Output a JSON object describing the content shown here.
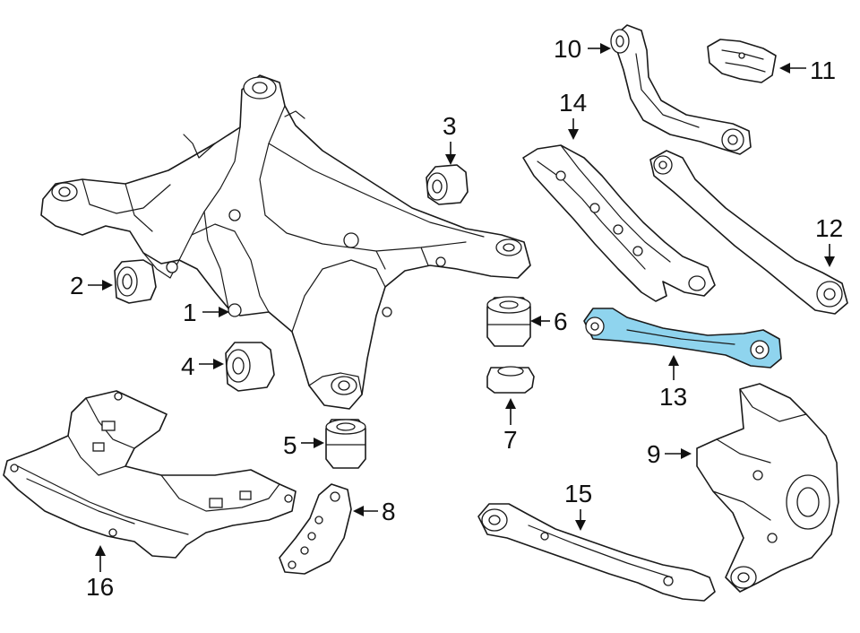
{
  "diagram": {
    "highlight_color": "#8fd4ee",
    "line_color": "#1a1a1a",
    "callouts": [
      {
        "id": "1",
        "label": "1",
        "part": "crossmember"
      },
      {
        "id": "2",
        "label": "2",
        "part": "bushing"
      },
      {
        "id": "3",
        "label": "3",
        "part": "bushing"
      },
      {
        "id": "4",
        "label": "4",
        "part": "bushing"
      },
      {
        "id": "5",
        "label": "5",
        "part": "bushing"
      },
      {
        "id": "6",
        "label": "6",
        "part": "bushing"
      },
      {
        "id": "7",
        "label": "7",
        "part": "bushing"
      },
      {
        "id": "8",
        "label": "8",
        "part": "bracket"
      },
      {
        "id": "9",
        "label": "9",
        "part": "knuckle"
      },
      {
        "id": "10",
        "label": "10",
        "part": "upper-arm"
      },
      {
        "id": "11",
        "label": "11",
        "part": "bracket"
      },
      {
        "id": "12",
        "label": "12",
        "part": "link"
      },
      {
        "id": "13",
        "label": "13",
        "part": "highlighted-arm"
      },
      {
        "id": "14",
        "label": "14",
        "part": "lower-arm"
      },
      {
        "id": "15",
        "label": "15",
        "part": "trailing-arm"
      },
      {
        "id": "16",
        "label": "16",
        "part": "shield-plate"
      }
    ]
  }
}
